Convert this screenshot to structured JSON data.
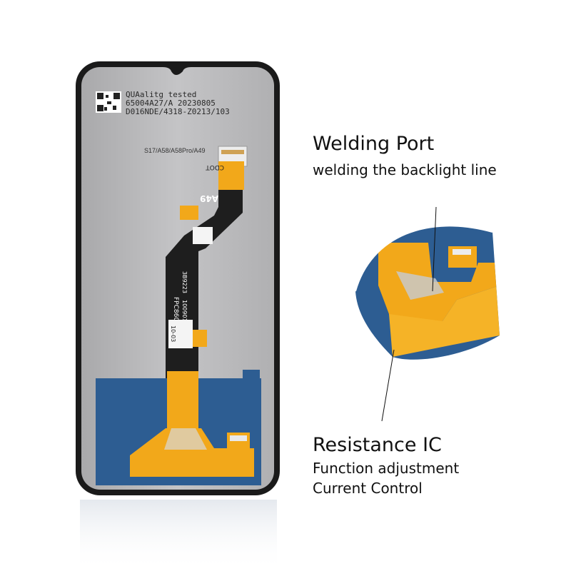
{
  "label_sticker": {
    "line1": "QUAalitg tested",
    "line2": "65004A27/A  20230805",
    "line3": "D016NDE/4318-Z0213/103"
  },
  "model_text": "S17/A58/A58Pro/A49",
  "fpc": {
    "conn_code": "CDOT",
    "model": "A49",
    "part_no": "FPC8605-31",
    "ref1": "3B9223",
    "ref2": "10090110",
    "small": "10-03"
  },
  "annotations": {
    "welding_title": "Welding Port",
    "welding_sub": "welding the backlight line",
    "resistance_title": "Resistance IC",
    "resistance_sub1": "Function adjustment",
    "resistance_sub2": "Current Control"
  },
  "colors": {
    "frame": "#1a1a1a",
    "panel": "#b9b9bb",
    "fpc_black": "#1e1e1e",
    "fpc_orange": "#f2a81a",
    "blue_film": "#2d5d92"
  }
}
